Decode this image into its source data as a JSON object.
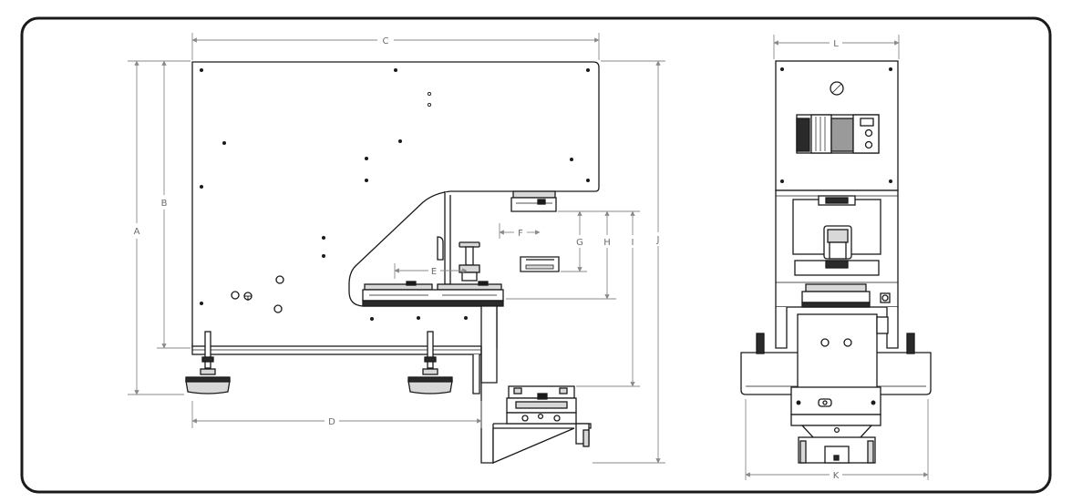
{
  "drawing": {
    "dimension_labels": {
      "A": "A",
      "B": "B",
      "C": "C",
      "D": "D",
      "E": "E",
      "F": "F",
      "G": "G",
      "H": "H",
      "I": "I",
      "J": "J",
      "K": "K",
      "L": "L"
    },
    "colors": {
      "background": "#ffffff",
      "frame": "#1a1a1a",
      "part_outline": "#1a1a1a",
      "dimension_line": "#8a8a8a",
      "dimension_text": "#6b6b6b",
      "part_fill_dark": "#2a2a2a",
      "part_fill_mid": "#9a9a9a",
      "part_fill_light": "#d8d8d8"
    },
    "views": [
      "side-view",
      "front-view"
    ]
  }
}
